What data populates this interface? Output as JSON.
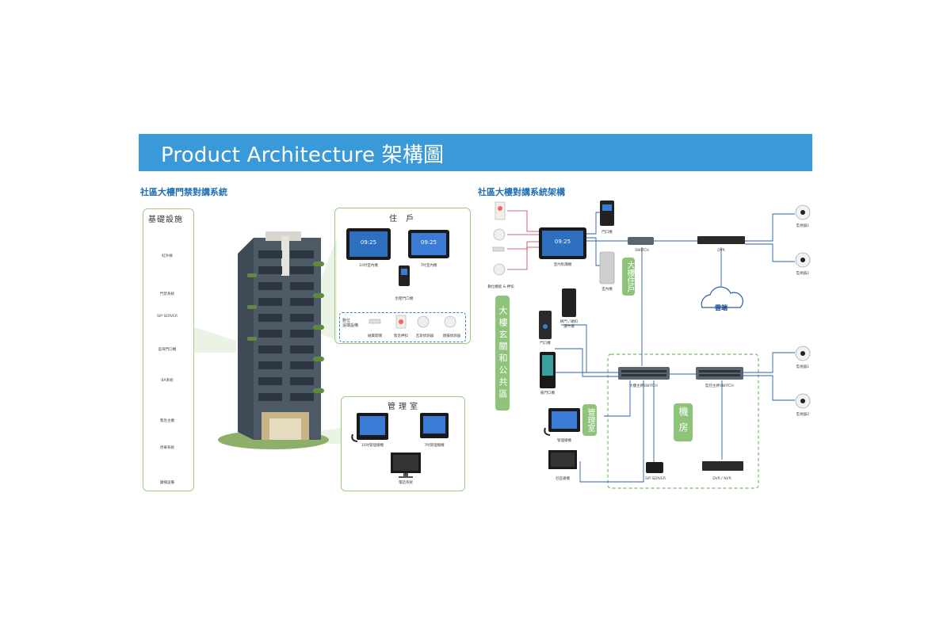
{
  "banner": {
    "title": "Product Architecture 架構圖"
  },
  "left": {
    "section_title": "社區大樓門禁對講系統",
    "basic": {
      "title": "基礎設施",
      "items": [
        "紅外線",
        "門禁系統",
        "SIP SERVER",
        "區域門口機",
        "BA系統",
        "緊急主機",
        "停車系統",
        "廣播設備"
      ]
    },
    "residence": {
      "title": "住 戶",
      "screen_time": "09:25",
      "items": [
        "10吋室內機",
        "7吋室內機",
        "別墅門口機"
      ],
      "sensor_group_title": "數位\n遠端設備",
      "sensors": [
        "磁簧開關",
        "緊急押扣",
        "瓦斯偵測器",
        "煙霧偵測器"
      ]
    },
    "management": {
      "title": "管理室",
      "items": [
        "10吋管理總機",
        "7吋管理總機",
        "電話系統"
      ]
    }
  },
  "right": {
    "section_title": "社區大樓對講系統架構",
    "screen_time": "09:25",
    "labels": {
      "door_unit": "門口機",
      "indoor_unit": "室內對講機",
      "indoor_machine": "室內機",
      "sensors": "數位機能 & 押扣",
      "switch": "SWITCH",
      "dvr": "DVR",
      "cloud": "雲端",
      "cam1": "監視器1",
      "cam2": "監視器2",
      "cam3": "監視器1",
      "cam4": "監視器2",
      "lobby_door": "門口機",
      "access_reader": "刷門 / 磁扣\n讀卡機",
      "face_door": "臉門口機",
      "main_switch": "大樓主幹SWITCH",
      "monitor_switch": "監控主幹SWITCH",
      "mgmt_console": "管理總機",
      "pc": "社區總機",
      "sip": "SIP SERVER",
      "dvr_nvr": "DVR / NVR"
    },
    "tags": {
      "residence": "大樓住戶",
      "lobby": "大樓玄關和公共區",
      "management": "管理室",
      "machine_room": "機房"
    }
  },
  "colors": {
    "banner": "#3a9ad9",
    "section_title": "#1f6fb2",
    "panel_border": "#9ccc87",
    "tag": "#8dc47a",
    "line_blue": "#2a5fa8",
    "line_red": "#c8344a"
  }
}
